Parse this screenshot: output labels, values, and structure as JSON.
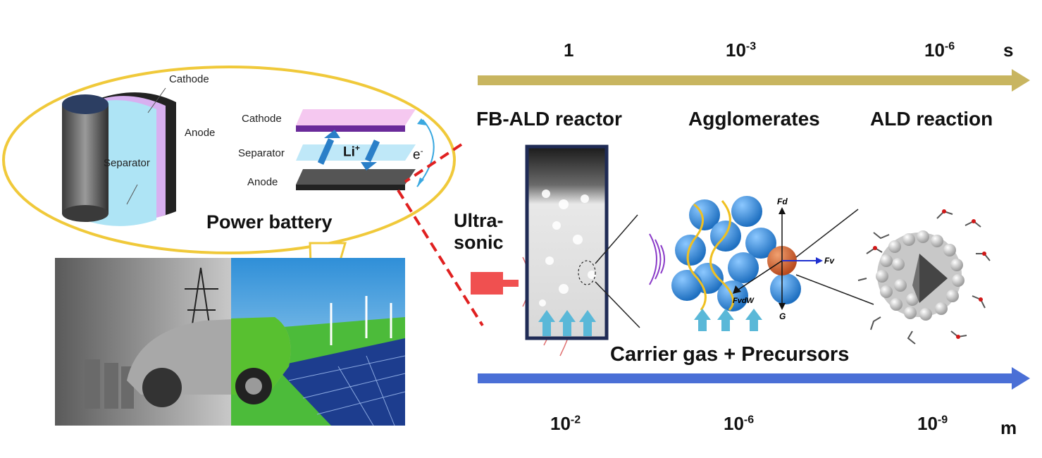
{
  "battery": {
    "callout_title": "Power battery",
    "cylinder_labels": {
      "cathode": "Cathode",
      "anode": "Anode",
      "separator": "Separator"
    },
    "stack_labels": {
      "cathode": "Cathode",
      "separator": "Separator",
      "anode": "Anode"
    },
    "ion": {
      "base": "Li",
      "sup": "+"
    },
    "electron": {
      "base": "e",
      "sup": "-"
    }
  },
  "headings": {
    "reactor": "FB-ALD reactor",
    "agglomerates": "Agglomerates",
    "reaction": "ALD reaction"
  },
  "ultrasonic": {
    "line1": "Ultra-",
    "line2": "sonic"
  },
  "carrier_gas": "Carrier gas + Precursors",
  "time_scale": {
    "unit": "s",
    "ticks": [
      {
        "base": "1",
        "exp": ""
      },
      {
        "base": "10",
        "exp": "-3"
      },
      {
        "base": "10",
        "exp": "-6"
      }
    ],
    "color": "#c8b560"
  },
  "length_scale": {
    "unit": "m",
    "ticks": [
      {
        "base": "10",
        "exp": "-2"
      },
      {
        "base": "10",
        "exp": "-6"
      },
      {
        "base": "10",
        "exp": "-9"
      }
    ],
    "color": "#4a6fd6"
  },
  "forces": {
    "fd": "Fd",
    "fv": "Fv",
    "fvdw": "FvdW",
    "g": "G"
  },
  "colors": {
    "callout_border": "#f0c93a",
    "connector": "#e02020",
    "transducer": "#f05050",
    "particle": "#2f86d6"
  }
}
